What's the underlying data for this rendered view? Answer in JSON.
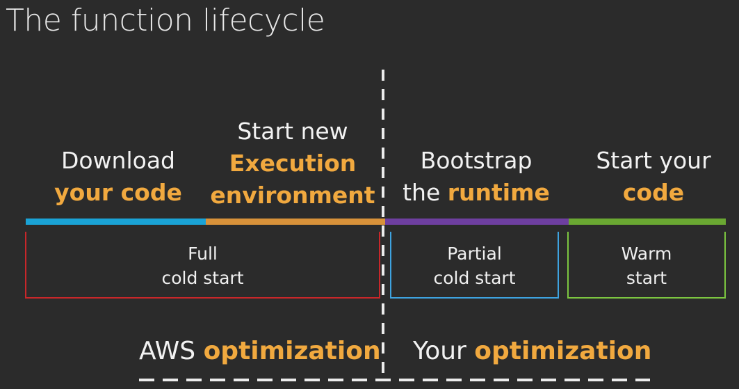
{
  "title": "The function lifecycle",
  "stages": [
    {
      "line1": "Download",
      "line2_plain": "",
      "line2_highlight": "your code",
      "color": "#1aa3d6"
    },
    {
      "line1": "Start new",
      "line2_plain": "",
      "line2_highlight": "Execution",
      "line3": "environment",
      "color": "#d8923a"
    },
    {
      "line1": "Bootstrap",
      "line2_plain": "the ",
      "line2_highlight": "runtime",
      "color": "#6e3fa0"
    },
    {
      "line1": "Start your",
      "line2_plain": "",
      "line2_highlight": "code",
      "color": "#6aa832"
    }
  ],
  "starts": [
    {
      "line1": "Full",
      "line2": "cold start",
      "color": "#c8272a"
    },
    {
      "line1": "Partial",
      "line2": "cold start",
      "color": "#3ea3e0"
    },
    {
      "line1": "Warm",
      "line2": "start",
      "color": "#7cc640"
    }
  ],
  "optimizations": {
    "aws": {
      "plain": "AWS ",
      "highlight": "optimization"
    },
    "yours": {
      "plain": "Your ",
      "highlight": "optimization"
    }
  },
  "highlight_color": "#f1a93f"
}
